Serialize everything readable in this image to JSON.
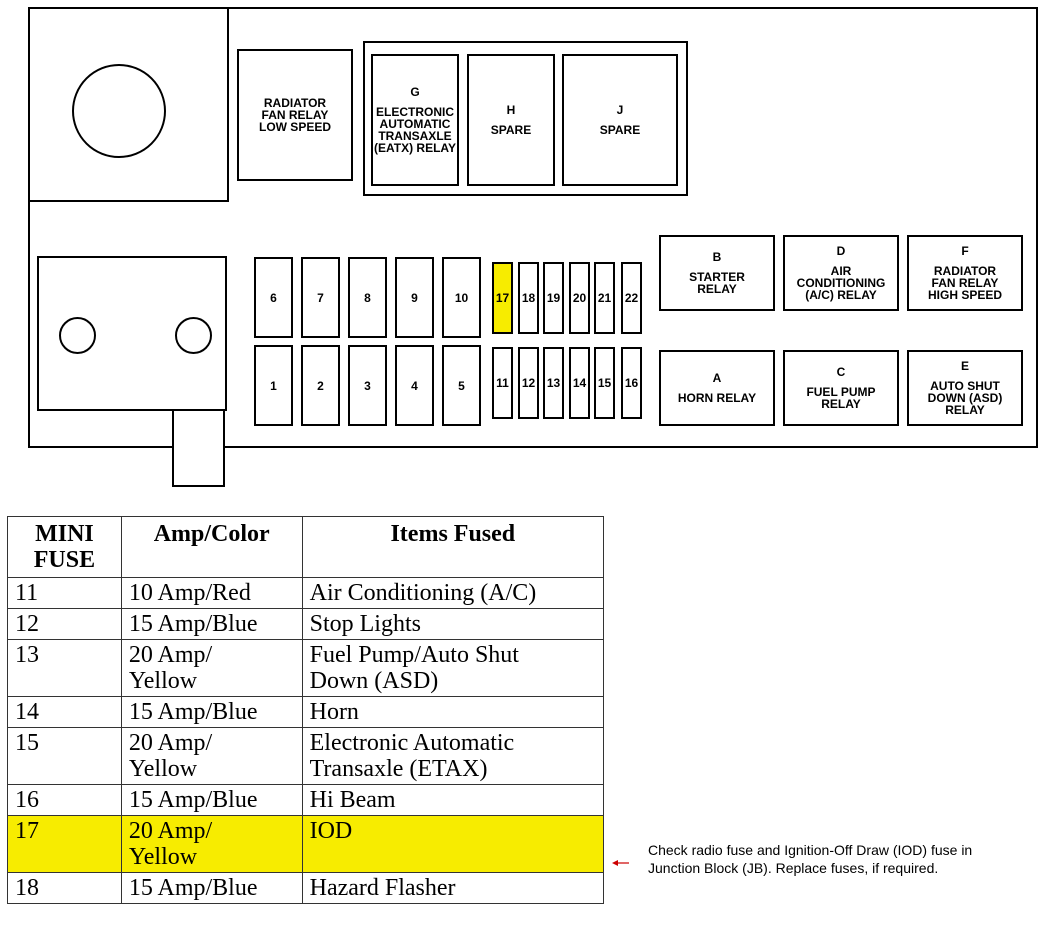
{
  "diagram": {
    "relays_top": [
      {
        "code": "",
        "label": "RADIATOR\nFAN RELAY\nLOW SPEED"
      },
      {
        "code": "G",
        "label": "ELECTRONIC\nAUTOMATIC\nTRANSAXLE\n(EATX) RELAY"
      },
      {
        "code": "H",
        "label": "SPARE"
      },
      {
        "code": "J",
        "label": "SPARE"
      }
    ],
    "relays_right_top": [
      {
        "code": "B",
        "label": "STARTER\nRELAY"
      },
      {
        "code": "D",
        "label": "AIR\nCONDITIONING\n(A/C) RELAY"
      },
      {
        "code": "F",
        "label": "RADIATOR\nFAN RELAY\nHIGH SPEED"
      }
    ],
    "relays_right_bottom": [
      {
        "code": "A",
        "label": "HORN RELAY"
      },
      {
        "code": "C",
        "label": "FUEL PUMP\nRELAY"
      },
      {
        "code": "E",
        "label": "AUTO SHUT\nDOWN (ASD)\nRELAY"
      }
    ],
    "maxi_fuses_top": [
      "6",
      "7",
      "8",
      "9",
      "10"
    ],
    "maxi_fuses_bottom": [
      "1",
      "2",
      "3",
      "4",
      "5"
    ],
    "mini_fuses_top": [
      "17",
      "18",
      "19",
      "20",
      "21",
      "22"
    ],
    "mini_fuses_bottom": [
      "11",
      "12",
      "13",
      "14",
      "15",
      "16"
    ],
    "highlight_fuse": "17",
    "highlight_color": "#f7ec00"
  },
  "table": {
    "headers": [
      "MINI\nFUSE",
      "Amp/Color",
      "Items Fused"
    ],
    "rows": [
      {
        "fuse": "11",
        "amp": "10 Amp/Red",
        "item": "Air Conditioning (A/C)"
      },
      {
        "fuse": "12",
        "amp": "15 Amp/Blue",
        "item": "Stop Lights"
      },
      {
        "fuse": "13",
        "amp": "20 Amp/\nYellow",
        "item": "Fuel Pump/Auto Shut\nDown (ASD)"
      },
      {
        "fuse": "14",
        "amp": "15 Amp/Blue",
        "item": "Horn"
      },
      {
        "fuse": "15",
        "amp": "20 Amp/\nYellow",
        "item": "Electronic Automatic\nTransaxle (ETAX)"
      },
      {
        "fuse": "16",
        "amp": "15 Amp/Blue",
        "item": "Hi Beam"
      },
      {
        "fuse": "17",
        "amp": "20 Amp/\nYellow",
        "item": "IOD",
        "highlight": true
      },
      {
        "fuse": "18",
        "amp": "15 Amp/Blue",
        "item": "Hazard Flasher"
      }
    ]
  },
  "note": {
    "text": "Check radio fuse and Ignition-Off Draw (IOD) fuse in Junction Block (JB). Replace fuses, if required.",
    "arrow_color": "#cc0000"
  }
}
